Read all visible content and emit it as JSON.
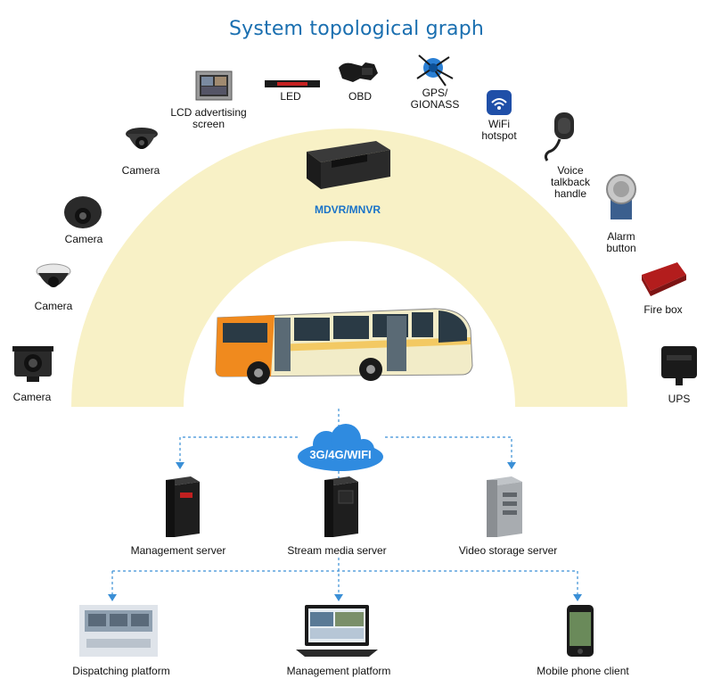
{
  "title": "System topological graph",
  "center": {
    "label": "MDVR/MNVR"
  },
  "network": {
    "label": "3G/4G/WIFI"
  },
  "devices": {
    "lcd": "LCD advertising\nscreen",
    "led": "LED",
    "obd": "OBD",
    "gps": "GPS/\nGIONASS",
    "wifi": "WiFi\nhotspot",
    "voice": "Voice\ntalkback\nhandle",
    "alarm": "Alarm\nbutton",
    "fire": "Fire box",
    "ups": "UPS",
    "camera1": "Camera",
    "camera2": "Camera",
    "camera3": "Camera",
    "camera4": "Camera"
  },
  "servers": {
    "management": "Management server",
    "stream": "Stream media server",
    "storage": "Video storage server"
  },
  "clients": {
    "dispatching": "Dispatching platform",
    "management": "Management platform",
    "mobile": "Mobile phone client"
  },
  "colors": {
    "arch": "#f8f1c6",
    "accent": "#1a73c8",
    "title": "#1a6fb0",
    "dash": "#3a8fd6"
  }
}
